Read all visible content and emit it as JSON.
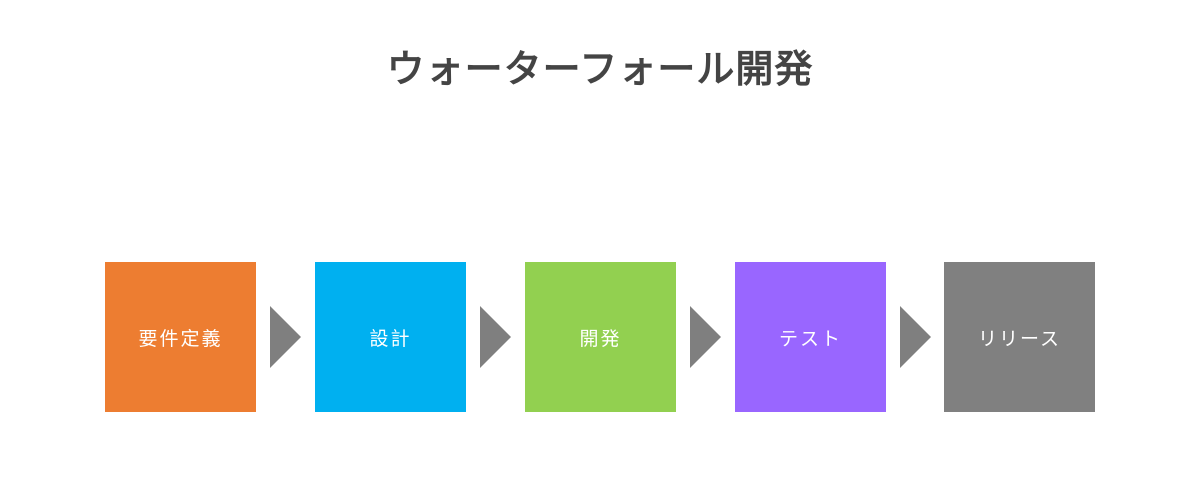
{
  "title": "ウォーターフォール開発",
  "steps": [
    {
      "label": "要件定義",
      "color": "#ed7d31"
    },
    {
      "label": "設計",
      "color": "#00b0f0"
    },
    {
      "label": "開発",
      "color": "#92d050"
    },
    {
      "label": "テスト",
      "color": "#9966ff"
    },
    {
      "label": "リリース",
      "color": "#808080"
    }
  ],
  "arrow_color": "#7f7f7f"
}
